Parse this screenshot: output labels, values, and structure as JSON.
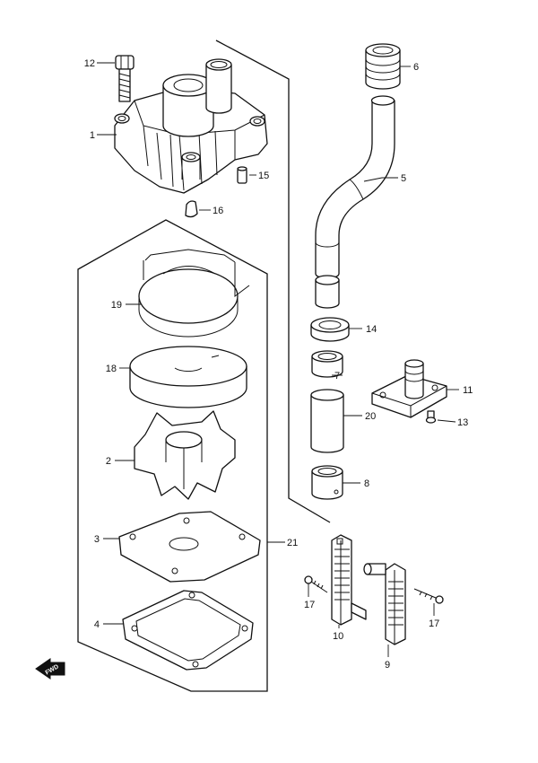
{
  "diagram": {
    "callouts": [
      {
        "id": "12",
        "text": "12"
      },
      {
        "id": "1",
        "text": "1"
      },
      {
        "id": "15",
        "text": "15"
      },
      {
        "id": "16",
        "text": "16"
      },
      {
        "id": "6",
        "text": "6"
      },
      {
        "id": "5",
        "text": "5"
      },
      {
        "id": "19",
        "text": "19"
      },
      {
        "id": "18",
        "text": "18"
      },
      {
        "id": "14",
        "text": "14"
      },
      {
        "id": "7",
        "text": "7"
      },
      {
        "id": "11",
        "text": "11"
      },
      {
        "id": "13",
        "text": "13"
      },
      {
        "id": "20",
        "text": "20"
      },
      {
        "id": "2",
        "text": "2"
      },
      {
        "id": "8",
        "text": "8"
      },
      {
        "id": "3",
        "text": "3"
      },
      {
        "id": "21",
        "text": "21"
      },
      {
        "id": "17a",
        "text": "17"
      },
      {
        "id": "17b",
        "text": "17"
      },
      {
        "id": "10",
        "text": "10"
      },
      {
        "id": "9",
        "text": "9"
      },
      {
        "id": "4",
        "text": "4"
      }
    ],
    "fwd_badge": "FWD"
  }
}
